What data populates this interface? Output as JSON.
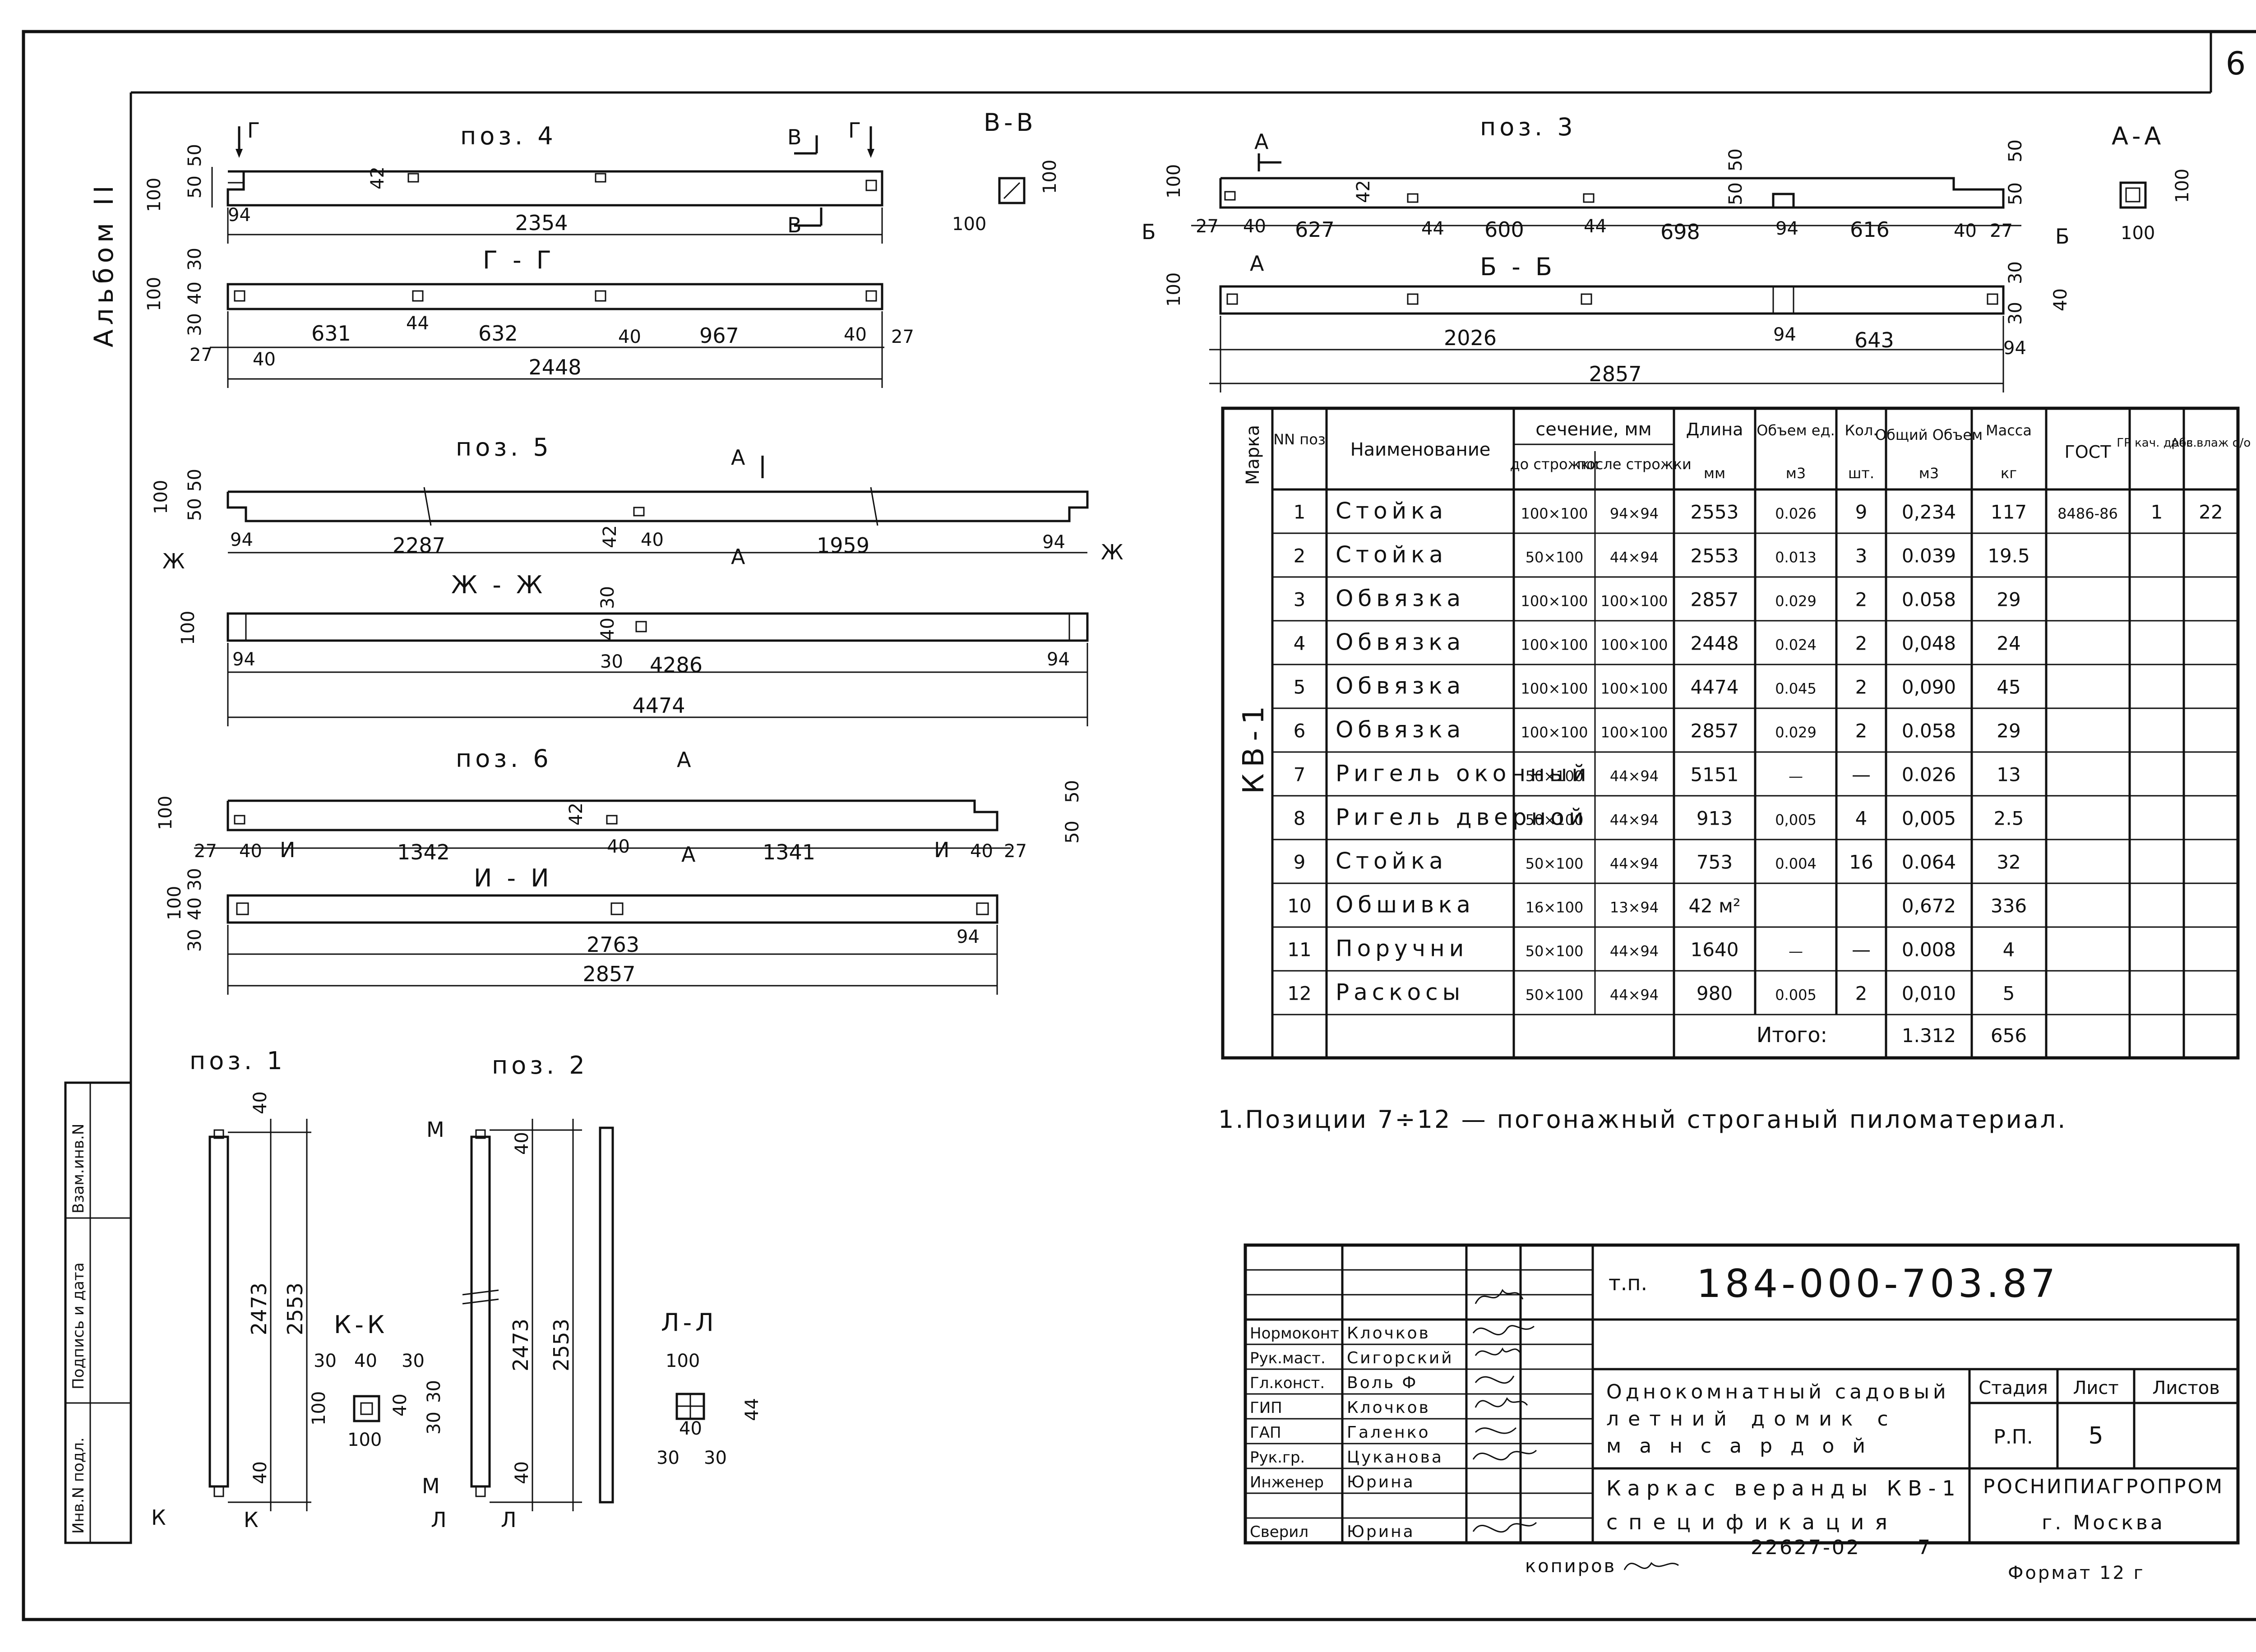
{
  "sheet_number": "6",
  "album": "Альбом II",
  "views": {
    "poz4": {
      "title": "поз. 4",
      "marks": {
        "G": "Г",
        "V": "В",
        "VV_title": "В-В",
        "GG_title": "Г - Г"
      },
      "dims_top": [
        "50",
        "50",
        "100",
        "42",
        "94",
        "2354"
      ],
      "dims_gg": [
        "30",
        "40",
        "100",
        "30",
        "27",
        "40",
        "631",
        "44",
        "632",
        "40",
        "967",
        "40",
        "27",
        "2448"
      ],
      "vv": [
        "100",
        "100"
      ]
    },
    "poz3": {
      "title": "поз. 3",
      "marks": {
        "A": "А",
        "B": "Б",
        "AA_title": "А-А",
        "BB_title": "Б - Б"
      },
      "dims_top": [
        "100",
        "42",
        "50",
        "50",
        "50",
        "50",
        "27",
        "40",
        "627",
        "44",
        "600",
        "44",
        "698",
        "94",
        "616",
        "40",
        "27"
      ],
      "dims_bb": [
        "100",
        "30",
        "40",
        "30",
        "2026",
        "94",
        "643",
        "94",
        "2857"
      ],
      "aa": [
        "100",
        "100"
      ]
    },
    "poz5": {
      "title": "поз. 5",
      "marks": {
        "A": "А",
        "ZH": "Ж",
        "ZHZH_title": "Ж - Ж"
      },
      "dims_top": [
        "50",
        "50",
        "100",
        "94",
        "2287",
        "42",
        "40",
        "1959",
        "94"
      ],
      "dims_zz": [
        "100",
        "30",
        "40",
        "30",
        "94",
        "4286",
        "94",
        "4474"
      ]
    },
    "poz6": {
      "title": "поз. 6",
      "marks": {
        "A": "А",
        "I": "И",
        "II_title": "И - И"
      },
      "dims_top": [
        "100",
        "27",
        "40",
        "1342",
        "42",
        "40",
        "1341",
        "40",
        "27",
        "50",
        "50"
      ],
      "dims_ii": [
        "30",
        "40",
        "100",
        "30",
        "2763",
        "94",
        "2857"
      ]
    },
    "poz1": {
      "title": "поз. 1",
      "marks": {
        "K": "К",
        "KK_title": "К-К"
      },
      "dims": [
        "40",
        "2473",
        "2553",
        "40"
      ],
      "kk": [
        "30",
        "40",
        "30",
        "40",
        "30",
        "30",
        "100",
        "100"
      ]
    },
    "poz2": {
      "title": "поз. 2",
      "marks": {
        "M": "М",
        "L": "Л",
        "LL_title": "Л-Л"
      },
      "dims": [
        "40",
        "2473",
        "2553",
        "40"
      ],
      "ll": [
        "100",
        "44",
        "40",
        "30",
        "30"
      ]
    }
  },
  "spec_table": {
    "headers": {
      "marka": "Марка",
      "nn": "NN поз",
      "name": "Наименование",
      "section": "сечение, мм",
      "section_before": "до строжки",
      "section_after": "после строжки",
      "length": "Длина",
      "length_unit": "мм",
      "vol_unit": "Объем ед.",
      "vol_unit_m": "м3",
      "qty": "Кол.",
      "qty_unit": "шт.",
      "vol_total": "Общий Объем",
      "vol_total_m": "м3",
      "mass": "Масса",
      "mass_unit": "кг",
      "gost": "ГОСТ",
      "grade": "ГР кач. древ.",
      "moist": "Абс влаж о/о"
    },
    "marka_value": "КВ-1",
    "rows": [
      {
        "n": "1",
        "name": "Стойка",
        "before": "100×100",
        "after": "94×94",
        "len": "2553",
        "vol": "0.026",
        "qty": "9",
        "total": "0,234",
        "mass": "117",
        "gost": "8486-86",
        "grade": "1",
        "moist": "22"
      },
      {
        "n": "2",
        "name": "Стойка",
        "before": "50×100",
        "after": "44×94",
        "len": "2553",
        "vol": "0.013",
        "qty": "3",
        "total": "0.039",
        "mass": "19.5",
        "gost": "",
        "grade": "",
        "moist": ""
      },
      {
        "n": "3",
        "name": "Обвязка",
        "before": "100×100",
        "after": "100×100",
        "len": "2857",
        "vol": "0.029",
        "qty": "2",
        "total": "0.058",
        "mass": "29",
        "gost": "",
        "grade": "",
        "moist": ""
      },
      {
        "n": "4",
        "name": "Обвязка",
        "before": "100×100",
        "after": "100×100",
        "len": "2448",
        "vol": "0.024",
        "qty": "2",
        "total": "0,048",
        "mass": "24",
        "gost": "",
        "grade": "",
        "moist": ""
      },
      {
        "n": "5",
        "name": "Обвязка",
        "before": "100×100",
        "after": "100×100",
        "len": "4474",
        "vol": "0.045",
        "qty": "2",
        "total": "0,090",
        "mass": "45",
        "gost": "",
        "grade": "",
        "moist": ""
      },
      {
        "n": "6",
        "name": "Обвязка",
        "before": "100×100",
        "after": "100×100",
        "len": "2857",
        "vol": "0.029",
        "qty": "2",
        "total": "0.058",
        "mass": "29",
        "gost": "",
        "grade": "",
        "moist": ""
      },
      {
        "n": "7",
        "name": "Ригель оконный",
        "before": "50×100",
        "after": "44×94",
        "len": "5151",
        "vol": "—",
        "qty": "—",
        "total": "0.026",
        "mass": "13",
        "gost": "",
        "grade": "",
        "moist": ""
      },
      {
        "n": "8",
        "name": "Ригель дверной",
        "before": "50×100",
        "after": "44×94",
        "len": "913",
        "vol": "0,005",
        "qty": "4",
        "total": "0,005",
        "mass": "2.5",
        "gost": "",
        "grade": "",
        "moist": ""
      },
      {
        "n": "9",
        "name": "Стойка",
        "before": "50×100",
        "after": "44×94",
        "len": "753",
        "vol": "0.004",
        "qty": "16",
        "total": "0.064",
        "mass": "32",
        "gost": "",
        "grade": "",
        "moist": ""
      },
      {
        "n": "10",
        "name": "Обшивка",
        "before": "16×100",
        "after": "13×94",
        "len": "42 м²",
        "vol": "",
        "qty": "",
        "total": "0,672",
        "mass": "336",
        "gost": "",
        "grade": "",
        "moist": ""
      },
      {
        "n": "11",
        "name": "Поручни",
        "before": "50×100",
        "after": "44×94",
        "len": "1640",
        "vol": "—",
        "qty": "—",
        "total": "0.008",
        "mass": "4",
        "gost": "",
        "grade": "",
        "moist": ""
      },
      {
        "n": "12",
        "name": "Раскосы",
        "before": "50×100",
        "after": "44×94",
        "len": "980",
        "vol": "0.005",
        "qty": "2",
        "total": "0,010",
        "mass": "5",
        "gost": "",
        "grade": "",
        "moist": ""
      }
    ],
    "total_label": "Итого:",
    "total_volume": "1.312",
    "total_mass": "656"
  },
  "note": "1.Позиции 7÷12 — погонажный строганый пиломатериал.",
  "side_stamp": [
    "Инв.N подл.",
    "Подпись и дата",
    "Взам.инв.N"
  ],
  "title_block": {
    "tp_label": "т.п.",
    "tp_number": "184-000-703.87",
    "roles": [
      {
        "role": "Нормоконт",
        "name": "Клочков"
      },
      {
        "role": "Рук.маст.",
        "name": "Сигорский"
      },
      {
        "role": "Гл.конст.",
        "name": "Воль Ф"
      },
      {
        "role": "ГИП",
        "name": "Клочков"
      },
      {
        "role": "ГАП",
        "name": "Галенко"
      },
      {
        "role": "Рук.гр.",
        "name": "Цуканова"
      },
      {
        "role": "Инженер",
        "name": "Юрина"
      },
      {
        "role": "",
        "name": ""
      },
      {
        "role": "Сверил",
        "name": "Юрина"
      }
    ],
    "project_title": [
      "Однокомнатный садовый",
      "летний домик с",
      "мансардой"
    ],
    "sheet_title": [
      "Каркас веранды КВ-1",
      "спецификация"
    ],
    "stage_label": "Стадия",
    "sheet_label": "Лист",
    "sheets_label": "Листов",
    "stage_value": "Р.П.",
    "sheet_value": "5",
    "sheets_value": "",
    "org": [
      "РОСНИПИАГРОПРОМ",
      "г. Москва"
    ]
  },
  "footer": {
    "copied": "копиров",
    "doc_no": "22627-02",
    "sheet": "7",
    "format": "Формат 12 г"
  }
}
